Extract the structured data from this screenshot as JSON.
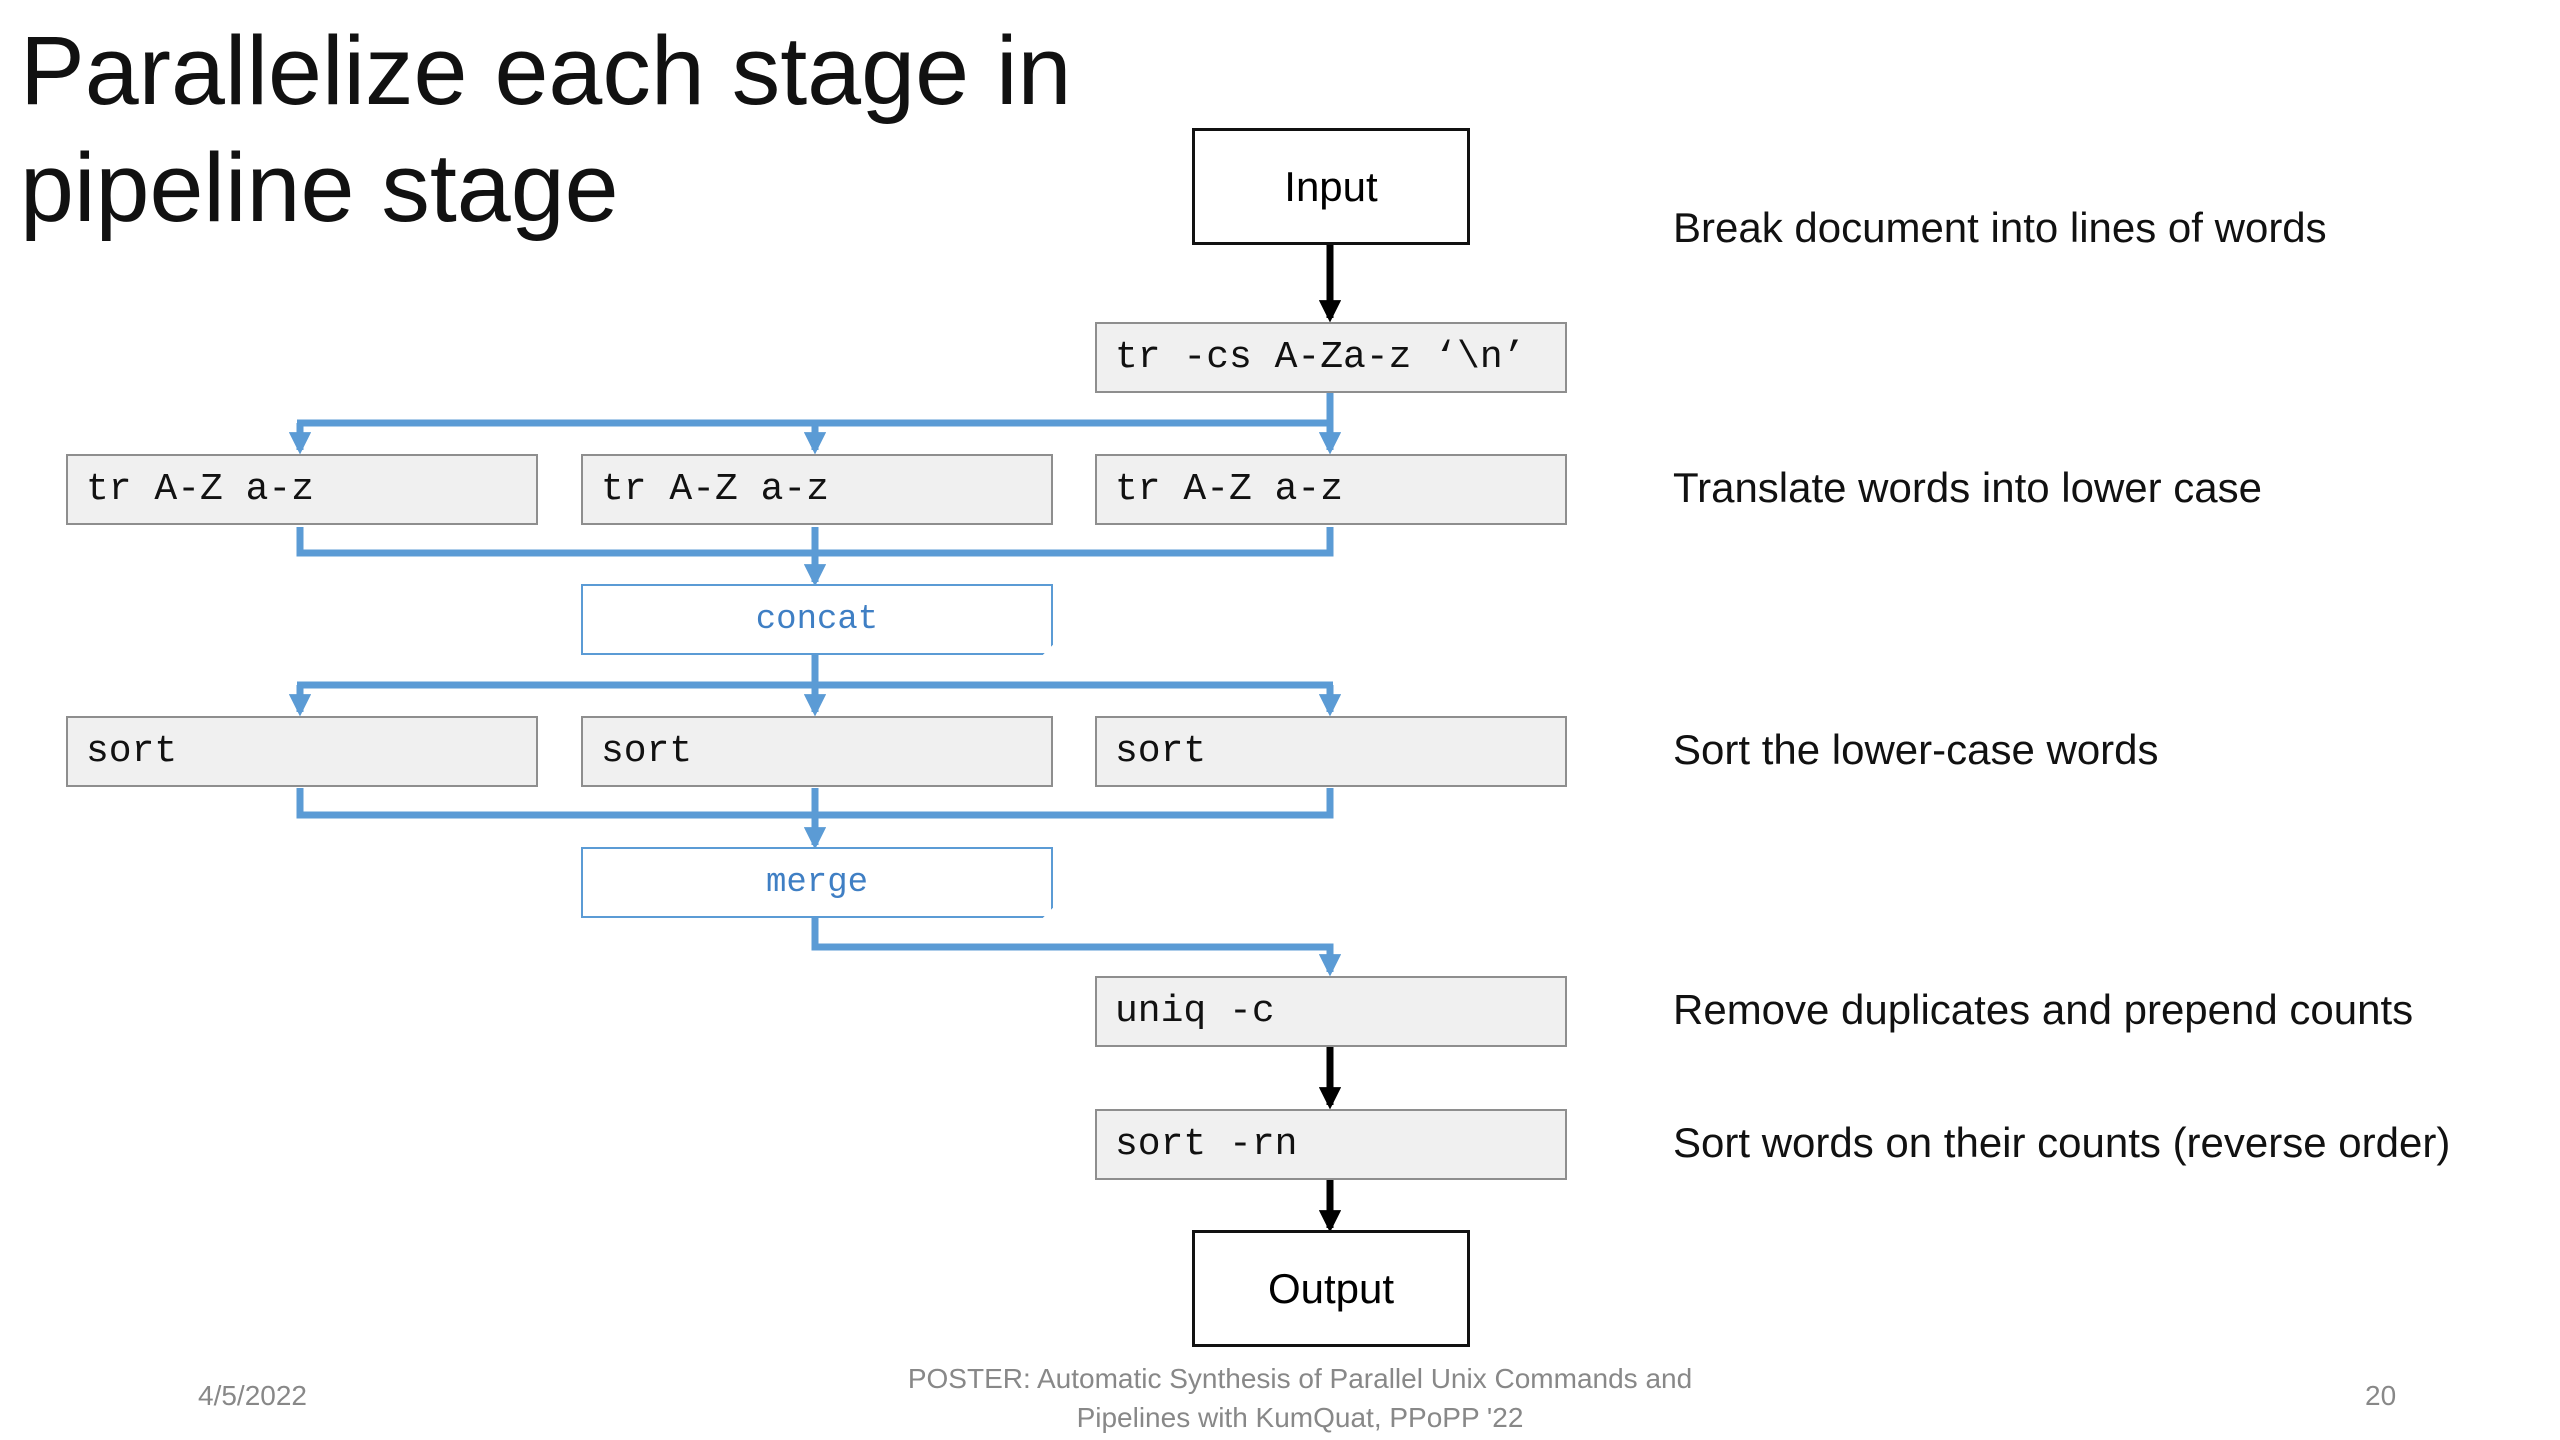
{
  "slide": {
    "title": "Parallelize each stage in pipeline stage"
  },
  "diagram": {
    "input": "Input",
    "output": "Output",
    "stages": {
      "split": "tr -cs A-Za-z ‘\\n’",
      "lower": [
        "tr A-Z a-z",
        "tr A-Z a-z",
        "tr A-Z a-z"
      ],
      "concat": "concat",
      "sort": [
        "sort",
        "sort",
        "sort"
      ],
      "merge": "merge",
      "uniq": "uniq -c",
      "sort_rn": "sort -rn"
    }
  },
  "descriptions": {
    "break": "Break document into lines of words",
    "translate": "Translate words into lower case",
    "sort": "Sort the lower-case words",
    "dedupe": "Remove duplicates and prepend counts",
    "sort_counts": "Sort words on their counts (reverse order)"
  },
  "footer": {
    "date": "4/5/2022",
    "citation_line1": "POSTER: Automatic Synthesis of Parallel Unix Commands and",
    "citation_line2": "Pipelines with KumQuat, PPoPP '22",
    "page_number": "20"
  },
  "colors": {
    "parallel_arrows": "#5b9bd5",
    "sequential_arrows": "#000000",
    "command_fill": "#f0f0f0"
  }
}
